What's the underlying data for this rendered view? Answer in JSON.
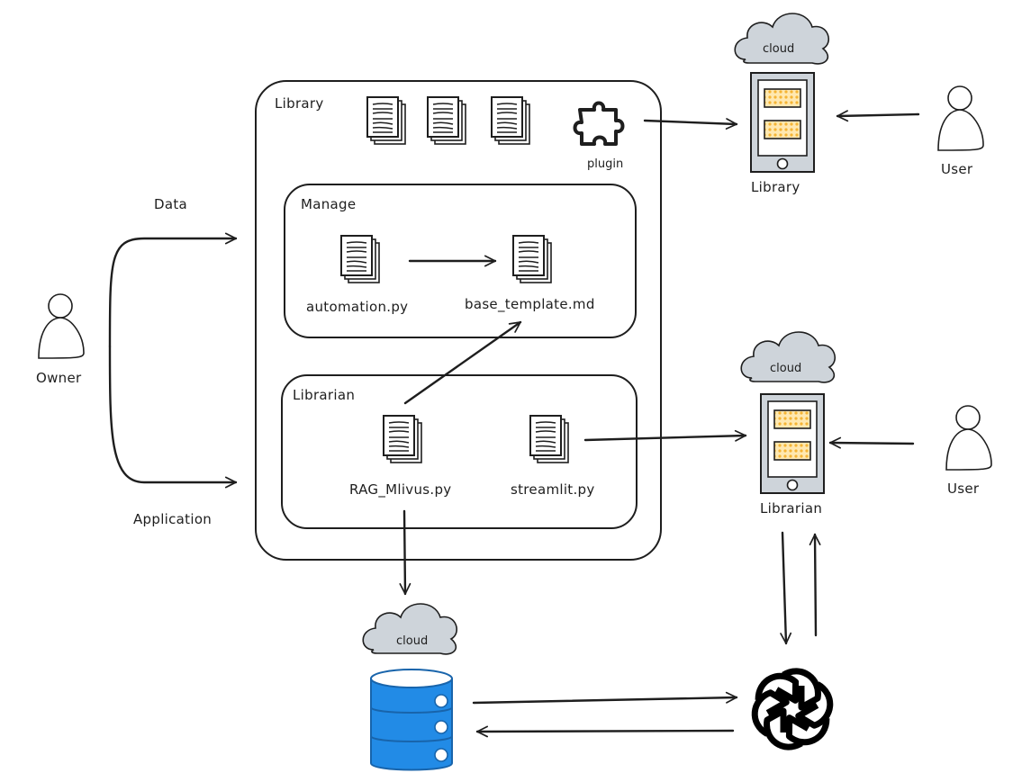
{
  "library_container": {
    "label": "Library",
    "plugin_label": "plugin",
    "document_count": 3
  },
  "manage_group": {
    "label": "Manage",
    "files": [
      "automation.py",
      "base_template.md"
    ]
  },
  "librarian_group": {
    "label": "Librarian",
    "files": [
      "RAG_Mlivus.py",
      "streamlit.py"
    ]
  },
  "owner": {
    "label": "Owner",
    "edges": [
      "Data",
      "Application"
    ]
  },
  "library_app": {
    "cloud_label": "cloud",
    "device_label": "Library",
    "user_label": "User"
  },
  "librarian_app": {
    "cloud_label": "cloud",
    "device_label": "Librarian",
    "user_label": "User"
  },
  "vector_db": {
    "cloud_label": "cloud"
  },
  "llm": {
    "icon": "openai-icon"
  },
  "colors": {
    "stroke": "#1e1e1e",
    "cloud_fill": "#ced4da",
    "device_fill": "#ced4da",
    "screen_block_fill": "#ffd8a8",
    "screen_block_hatch": "#f59f00",
    "database_fill": "#1971c2",
    "database_bright": "#228be6"
  }
}
